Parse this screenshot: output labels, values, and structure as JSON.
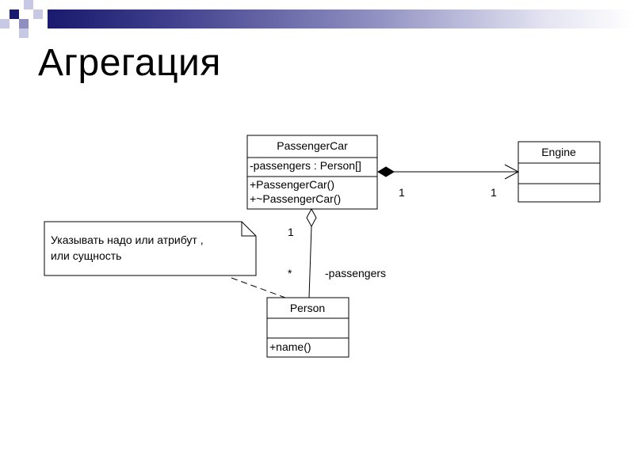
{
  "title": "Агрегация",
  "colors": {
    "header_dark": "#1a1a6e",
    "header_mid": "#8e8ec0",
    "header_light": "#c8c8e4",
    "line": "#000000"
  },
  "classes": {
    "passenger_car": {
      "name": "PassengerCar",
      "attribute": "-passengers : Person[]",
      "operations": [
        "+PassengerCar()",
        "+~PassengerCar()"
      ]
    },
    "engine": {
      "name": "Engine"
    },
    "person": {
      "name": "Person",
      "operations": [
        "+name()"
      ]
    }
  },
  "associations": {
    "composition": {
      "car_multiplicity": "1",
      "engine_multiplicity": "1"
    },
    "aggregation": {
      "car_multiplicity": "1",
      "person_multiplicity": "*",
      "role": "-passengers"
    }
  },
  "note": {
    "line1": "Указывать надо или атрибут ,",
    "line2": "или сущность"
  }
}
